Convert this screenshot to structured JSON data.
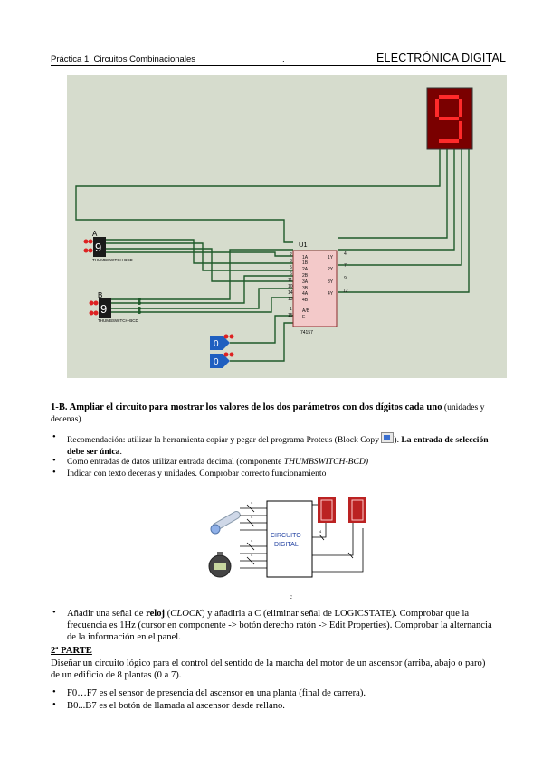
{
  "header": {
    "left": "Práctica 1. Circuitos Combinacionales",
    "dot": ".",
    "right": "ELECTRÓNICA DIGITAL"
  },
  "schematic": {
    "chip_ref": "U1",
    "chip_part": "74157",
    "chip_left_pins": [
      "2",
      "3",
      "5",
      "6",
      "11",
      "10",
      "14",
      "13",
      "1",
      "15"
    ],
    "chip_left_labels": [
      "1A",
      "1B",
      "2A",
      "2B",
      "3A",
      "3B",
      "4A",
      "4B",
      "A/B",
      "E"
    ],
    "chip_right_pins": [
      "4",
      "7",
      "9",
      "12"
    ],
    "chip_right_labels": [
      "1Y",
      "2Y",
      "3Y",
      "4Y"
    ],
    "switch_a_label": "A",
    "switch_b_label": "B",
    "switch_a_value": "9",
    "switch_b_value": "9",
    "switch_caption": "THUMBSWITCH-BCD",
    "logicstate_values": [
      "0",
      "0"
    ],
    "display_digit": "9",
    "colors": {
      "background": "#d6dccd",
      "wire": "#1f5a2a",
      "chip": "#f3c9c9",
      "display_on": "#ff2a2a",
      "display_bg": "#7a0000"
    }
  },
  "section_1b": {
    "title": "1-B. Ampliar el circuito para mostrar los valores de los dos parámetros con dos dígitos cada uno",
    "title_tail": " (unidades y decenas).",
    "bullet1_a": "Recomendación: utilizar la herramienta copiar y pegar del programa Proteus (Block Copy ",
    "bullet1_b": "). ",
    "bullet1_bold": "La entrada de selección debe ser única",
    "bullet1_end": ".",
    "bullet2_a": "Como entradas de datos utilizar entrada decimal (componente ",
    "bullet2_italic": "THUMBSWITCH-BCD)",
    "bullet3": "Indicar con texto decenas y unidades. Comprobar correcto funcionamiento"
  },
  "figure2": {
    "block_label_1": "CIRCUITO",
    "block_label_2": "DIGITAL",
    "bus_labels": [
      "4",
      "4",
      "4",
      "4",
      "4"
    ],
    "caption": "c"
  },
  "section_clock": {
    "a": "Añadir una señal de ",
    "bold": "reloj",
    "b": " (",
    "italic": "CLOCK",
    "c": ") y añadirla a C (eliminar señal de LOGICSTATE). Comprobar que la frecuencia es 1Hz (cursor en componente -> botón derecho ratón -> Edit Properties). Comprobar la alternancia de la información en el panel."
  },
  "part2": {
    "title": "2ª PARTE",
    "intro": "Diseñar un circuito lógico para el control del sentido de la marcha del motor de un ascensor (arriba, abajo o paro) de un edificio de 8 plantas (0 a 7).",
    "bullet1": "F0…F7 es el sensor de presencia del ascensor en una planta (final de carrera).",
    "bullet2": "B0...B7 es el botón de llamada al ascensor desde rellano."
  }
}
